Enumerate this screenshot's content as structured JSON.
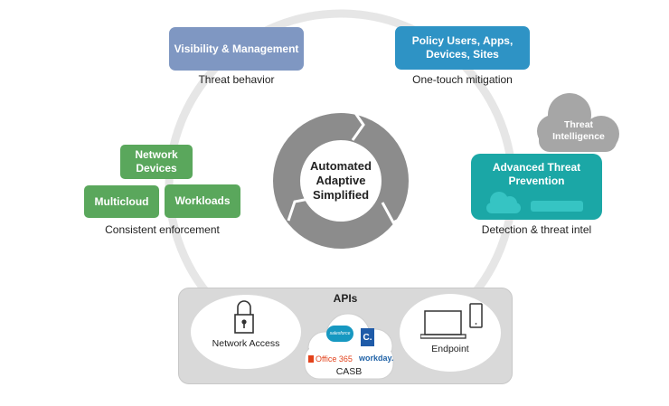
{
  "center": {
    "label": "Automated\nAdaptive\nSimplified",
    "ring_color": "#8c8c8c"
  },
  "outer_ring_color": "#e4e4e4",
  "top_left": {
    "box_label": "Visibility  & Management",
    "caption": "Threat behavior",
    "color": "#7f97c2"
  },
  "top_right": {
    "box_label": "Policy Users, Apps,\nDevices, Sites",
    "caption": "One-touch mitigation",
    "color": "#2e93c5"
  },
  "left": {
    "boxes": [
      {
        "label": "Network\nDevices"
      },
      {
        "label": "Multicloud"
      },
      {
        "label": "Workloads"
      }
    ],
    "caption": "Consistent enforcement",
    "color": "#5aa75c"
  },
  "right": {
    "cloud_label": "Threat\nIntelligence",
    "box_label": "Advanced Threat\nPrevention",
    "caption": "Detection & threat intel",
    "color": "#1ba7a6",
    "cloud_color": "#a6a6a6"
  },
  "bottom": {
    "title": "APIs",
    "network_access_label": "Network Access",
    "endpoint_label": "Endpoint",
    "casb_label": "CASB",
    "casb_logos": {
      "salesforce": "salesforce",
      "concur": "C.",
      "office365": "Office 365",
      "workday": "workday."
    }
  }
}
